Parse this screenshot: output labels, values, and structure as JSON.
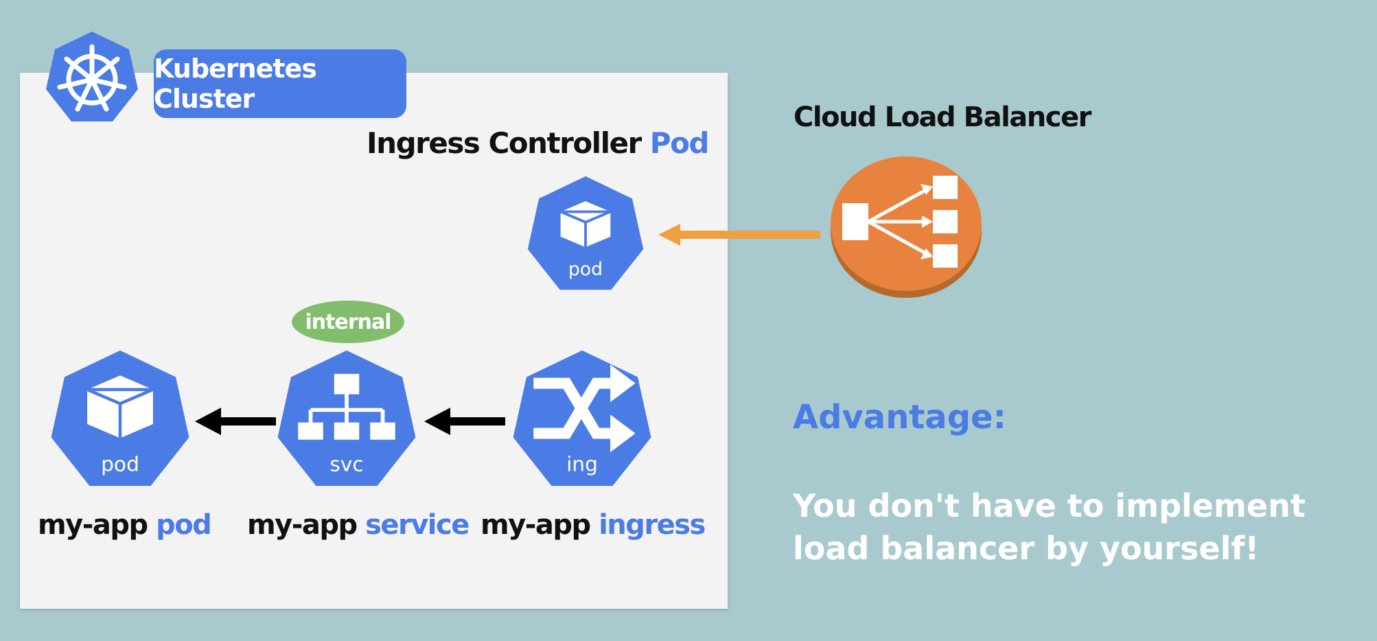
{
  "cluster": {
    "label": "Kubernetes Cluster"
  },
  "ingress_controller": {
    "title": "Ingress Controller",
    "title_accent": "Pod",
    "icon_label": "pod"
  },
  "cloud_lb": {
    "title": "Cloud Load Balancer"
  },
  "service_badge": "internal",
  "nodes": [
    {
      "icon_label": "pod",
      "name": "my-app",
      "kind": "pod"
    },
    {
      "icon_label": "svc",
      "name": "my-app",
      "kind": "service"
    },
    {
      "icon_label": "ing",
      "name": "my-app",
      "kind": "ingress"
    }
  ],
  "advantage": {
    "heading": "Advantage:",
    "lines": [
      "You don't have to implement",
      "load balancer by yourself!"
    ]
  },
  "colors": {
    "background": "#a8cace",
    "panel": "#f3f3f3",
    "k8s_blue": "#4b7be5",
    "arrow_orange": "#f0a040",
    "lb_orange": "#e8823f",
    "badge_green": "#82bd6d"
  },
  "icons": [
    "kubernetes-logo-icon",
    "cube-icon",
    "network-tree-icon",
    "shuffle-icon",
    "load-balancer-icon",
    "arrow-left-icon"
  ]
}
